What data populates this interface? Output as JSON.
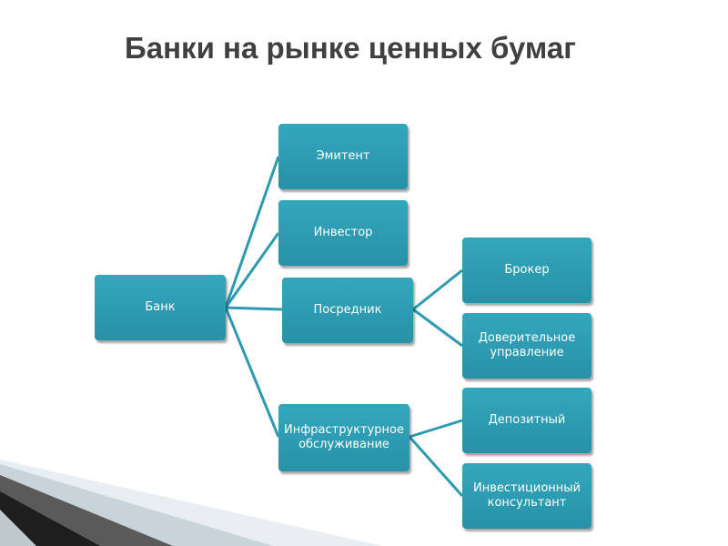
{
  "title": "Банки на рынке ценных бумаг",
  "colors": {
    "box": "#2c9ab0",
    "connector": "#2c9ab0",
    "title": "#404040"
  },
  "nodes": {
    "bank": "Банк",
    "emitent": "Эмитент",
    "investor": "Инвестор",
    "intermediary": "Посредник",
    "infrastructure": "Инфраструктурное обслуживание",
    "broker": "Брокер",
    "trust": "Доверительное управление",
    "depository": "Депозитный",
    "consultant": "Инвестиционный консультант"
  },
  "edges": [
    [
      "bank",
      "emitent"
    ],
    [
      "bank",
      "investor"
    ],
    [
      "bank",
      "intermediary"
    ],
    [
      "bank",
      "infrastructure"
    ],
    [
      "intermediary",
      "broker"
    ],
    [
      "intermediary",
      "trust"
    ],
    [
      "infrastructure",
      "depository"
    ],
    [
      "infrastructure",
      "consultant"
    ]
  ]
}
